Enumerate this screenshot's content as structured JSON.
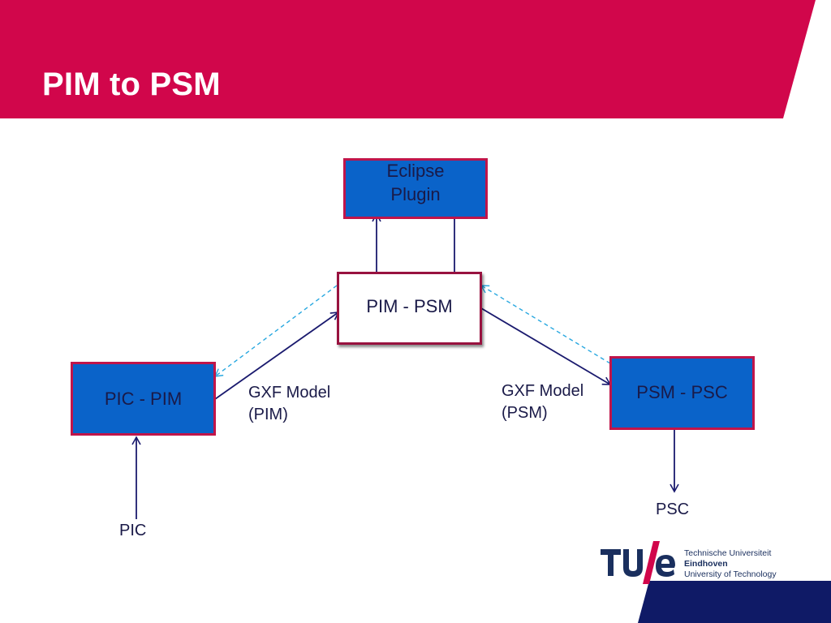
{
  "slide": {
    "title": "PIM to PSM"
  },
  "diagram": {
    "nodes": {
      "eclipse_plugin": "Eclipse\nPlugin",
      "pim_psm": "PIM - PSM",
      "pic_pim": "PIC - PIM",
      "psm_psc": "PSM - PSC"
    },
    "labels": {
      "gxf_pim": "GXF Model\n(PIM)",
      "gxf_psm": "GXF Model\n(PSM)",
      "pic": "PIC",
      "psc": "PSC"
    }
  },
  "logo": {
    "mark": "TU/e",
    "line1": "Technische Universiteit",
    "line2": "Eindhoven",
    "line3": "University of Technology"
  },
  "colors": {
    "header_red": "#d1064b",
    "box_blue": "#0a63c9",
    "box_border": "#c0154a",
    "arrow_navy": "#1a1a6e",
    "dashed_cyan": "#29a8e0",
    "corner_navy": "#0f1a66"
  }
}
